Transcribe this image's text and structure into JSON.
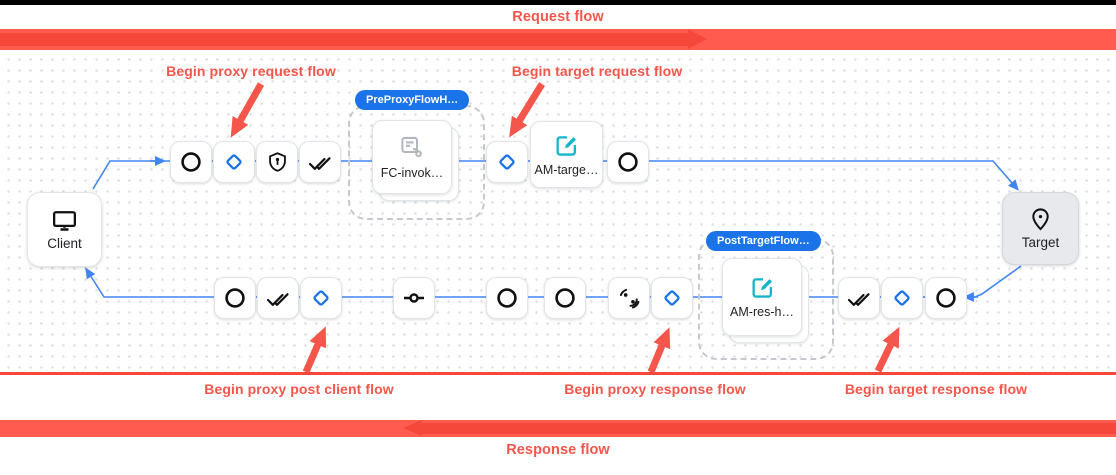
{
  "title_bars": {
    "request_flow": "Request flow",
    "response_flow": "Response flow"
  },
  "annotations": {
    "begin_proxy_request": "Begin proxy request flow",
    "begin_target_request": "Begin target request flow",
    "begin_proxy_post_client": "Begin proxy post client flow",
    "begin_proxy_response": "Begin proxy response flow",
    "begin_target_response": "Begin target response flow"
  },
  "endpoints": {
    "client": "Client",
    "target": "Target"
  },
  "flow_groups": {
    "pre_proxy": {
      "badge": "PreProxyFlowH…",
      "step_label": "FC-invok…"
    },
    "post_target": {
      "badge": "PostTargetFlow…",
      "step_label": "AM-res-h…"
    }
  },
  "steps": {
    "am_target": "AM-targe…"
  },
  "icons": {
    "client": "monitor-icon",
    "target": "location-pin-icon",
    "circle_step": "circle-icon",
    "diamond_step": "diamond-icon",
    "shield_step": "shield-key-icon",
    "double_check_step": "double-check-icon",
    "commit_step": "commit-point-icon",
    "waves_step": "signal-waves-icon",
    "flow_callout_step": "flow-callout-icon",
    "assign_message_step": "edit-square-icon"
  },
  "colors": {
    "annotation_red": "#F5564B",
    "bar_red": "#FF5B4F",
    "bar_arrow_red": "#F6473B",
    "flow_line_blue": "#4285F4",
    "diamond_blue": "#1A73E8",
    "badge_blue": "#1A73E8",
    "policy_teal": "#12B5CB",
    "top_bar_black": "#000000"
  }
}
